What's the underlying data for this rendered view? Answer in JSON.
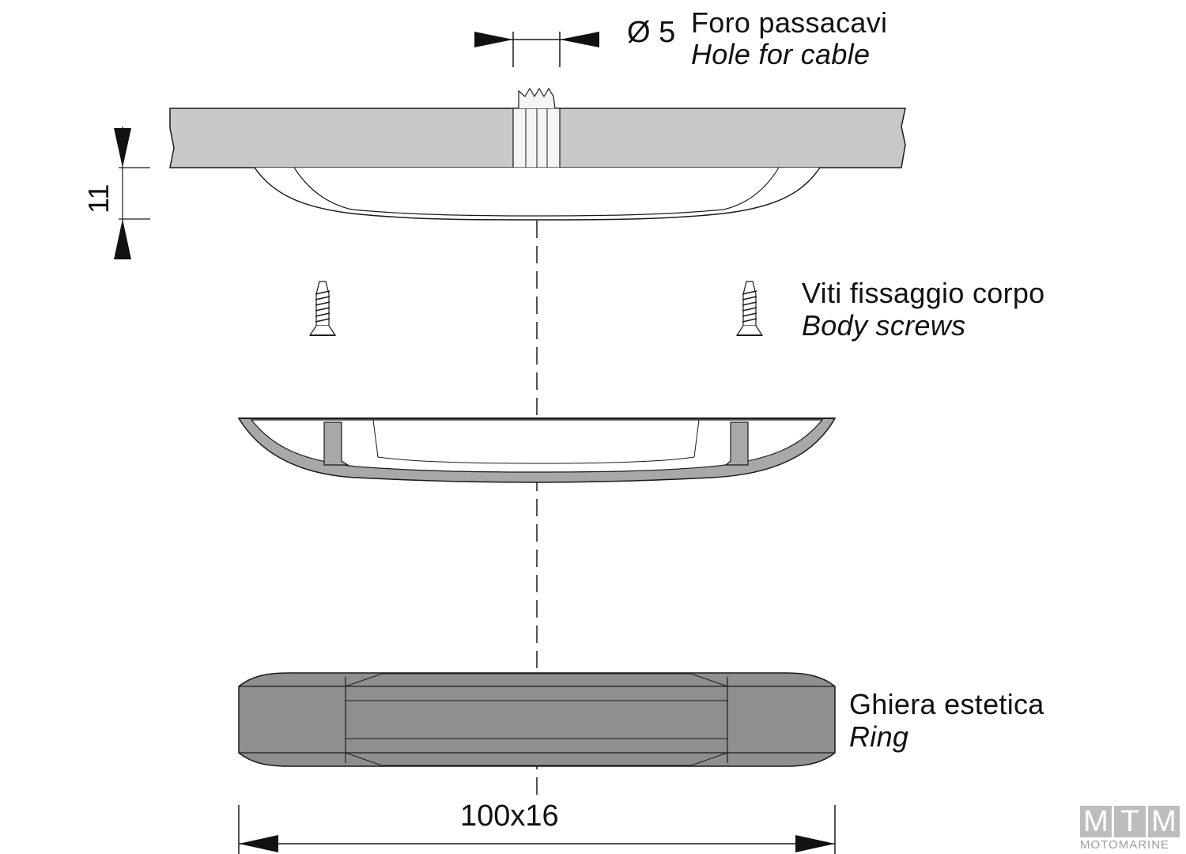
{
  "labels": {
    "hole_diameter": "Ø 5",
    "hole_it": "Foro passacavi",
    "hole_en": "Hole for cable",
    "screws_it": "Viti fissaggio corpo",
    "screws_en": "Body screws",
    "ring_it": "Ghiera estetica",
    "ring_en": "Ring"
  },
  "dimensions": {
    "height": "11",
    "size": "100x16"
  },
  "logo": {
    "letters": [
      "M",
      "T",
      "M"
    ],
    "caption": "MOTOMARINE"
  },
  "colors": {
    "panel_fill": "#c8c8c8",
    "body_fill": "#a8a8a8",
    "ring_fill": "#8f8f8f",
    "line": "#1a1a1a",
    "logo_gray": "#bdbdbd"
  }
}
